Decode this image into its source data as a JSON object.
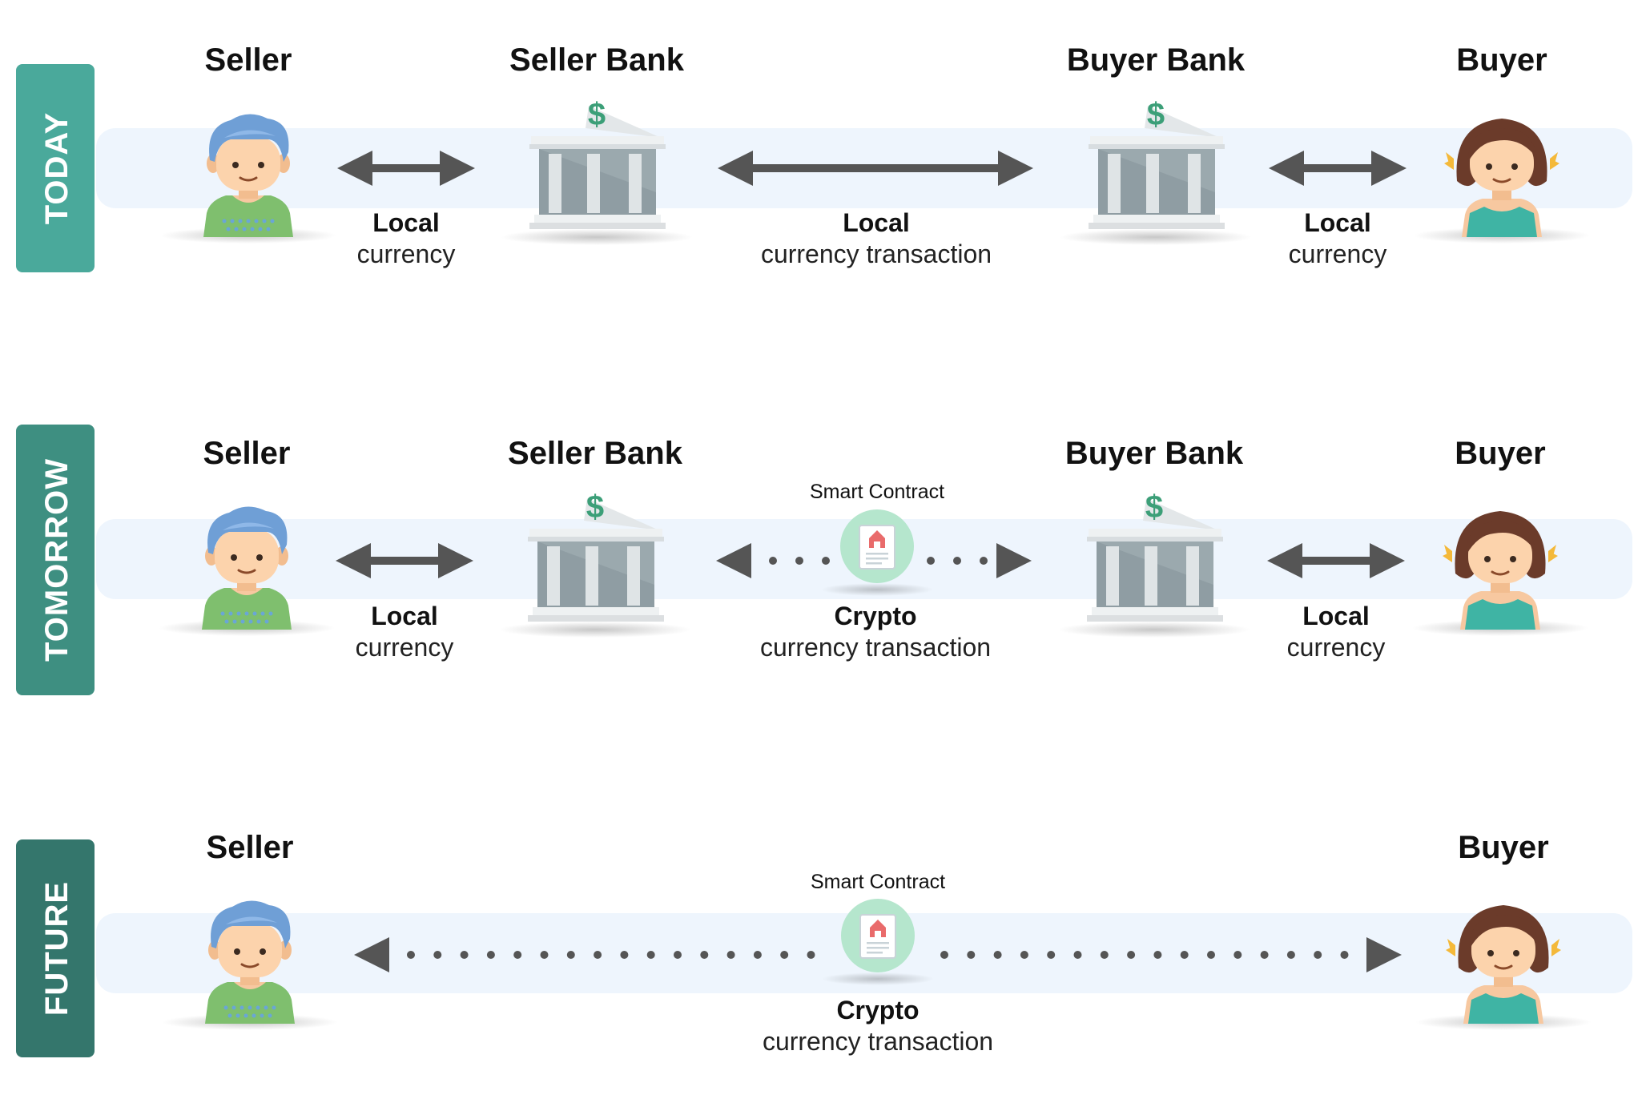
{
  "rows": [
    {
      "label": "TODAY",
      "color": "#4aa99b",
      "titles": {
        "seller": "Seller",
        "seller_bank": "Seller Bank",
        "buyer_bank": "Buyer Bank",
        "buyer": "Buyer"
      },
      "captions": {
        "left": {
          "bold": "Local",
          "regular": "currency"
        },
        "middle": {
          "bold": "Local",
          "regular": "currency transaction"
        },
        "right": {
          "bold": "Local",
          "regular": "currency"
        }
      }
    },
    {
      "label": "TOMORROW",
      "color": "#3e8f81",
      "titles": {
        "seller": "Seller",
        "seller_bank": "Seller Bank",
        "buyer_bank": "Buyer Bank",
        "buyer": "Buyer"
      },
      "smart_contract": "Smart Contract",
      "captions": {
        "left": {
          "bold": "Local",
          "regular": "currency"
        },
        "middle": {
          "bold": "Crypto",
          "regular": "currency transaction"
        },
        "right": {
          "bold": "Local",
          "regular": "currency"
        }
      }
    },
    {
      "label": "FUTURE",
      "color": "#34766c",
      "titles": {
        "seller": "Seller",
        "buyer": "Buyer"
      },
      "smart_contract": "Smart Contract",
      "captions": {
        "middle": {
          "bold": "Crypto",
          "regular": "currency transaction"
        }
      }
    }
  ],
  "colors": {
    "band": "#eef5fd",
    "arrow": "#555555",
    "bank": "#8f9da3",
    "dollar": "#3c9f78",
    "contract_circle": "#b5e6cd"
  },
  "icons": [
    "person-boy-icon",
    "person-girl-icon",
    "bank-icon",
    "smart-contract-icon",
    "double-arrow-icon",
    "dotted-arrow-icon"
  ]
}
